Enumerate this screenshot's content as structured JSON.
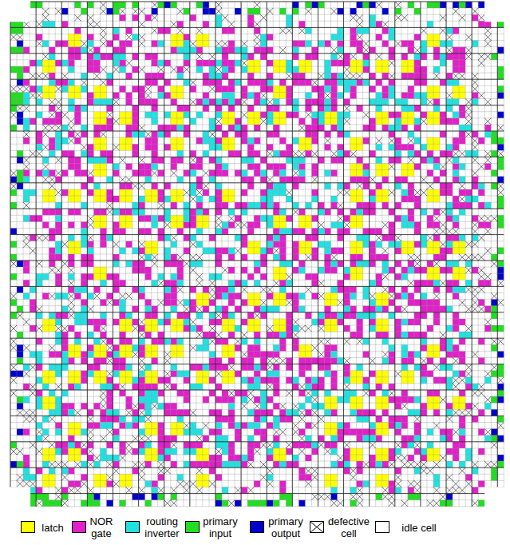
{
  "diagram": {
    "legend": [
      {
        "text": "latch",
        "color": "#ffff00"
      },
      {
        "text": "NOR gate",
        "color": "#e020c8"
      },
      {
        "text": "routing inverter",
        "color": "#22e0e0"
      },
      {
        "text": "primary input",
        "color": "#22dd22"
      },
      {
        "text": "primary output",
        "color": "#0000cc"
      },
      {
        "text": "defective cell"
      },
      {
        "text": "idle cell",
        "color": "#ffffff"
      }
    ]
  }
}
